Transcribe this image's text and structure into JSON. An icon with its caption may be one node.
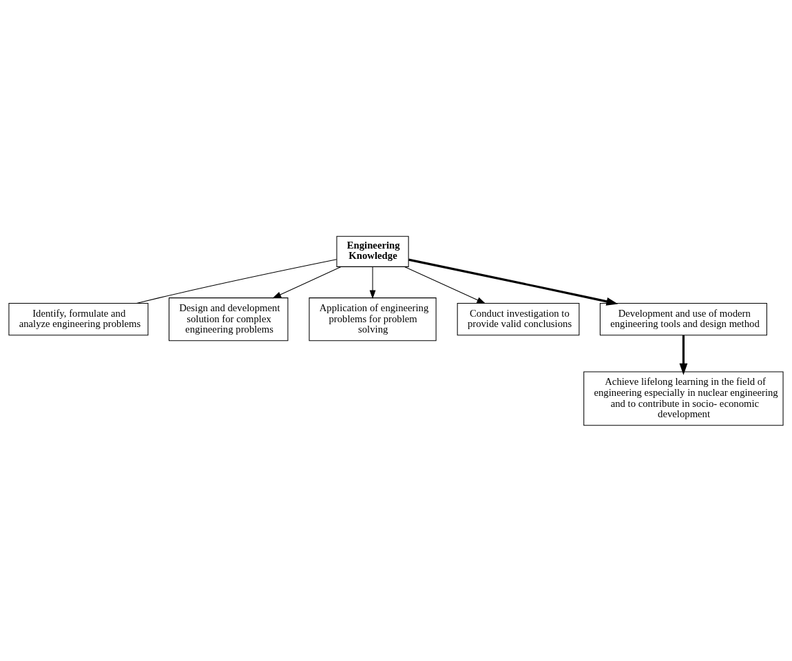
{
  "diagram": {
    "nodes": [
      {
        "text": [
          "Engineering Knowledge"
        ]
      },
      {
        "text": [
          "Identify, formulate and analyze engineering problems"
        ]
      },
      {
        "text": [
          "Design and development solution for complex engineering problems"
        ]
      },
      {
        "text": [
          "Application of engineering problems for problem solving"
        ]
      },
      {
        "text": [
          "Conduct investigation to provide valid conclusions"
        ]
      },
      {
        "text": [
          "Development and use of modern engineering tools and design method"
        ]
      },
      {
        "text": [
          "Achieve lifelong learning in the field of engineering especially in nuclear engineering and to contribute in socio- economic development"
        ]
      }
    ],
    "edges": [
      {
        "from": 0,
        "to": 1,
        "arrow": "none"
      },
      {
        "from": 0,
        "to": 2,
        "arrow": "to"
      },
      {
        "from": 0,
        "to": 3,
        "arrow": "to"
      },
      {
        "from": 0,
        "to": 4,
        "arrow": "to"
      },
      {
        "from": 0,
        "to": 5,
        "arrow": "to",
        "style": "thick"
      },
      {
        "from": 5,
        "to": 6,
        "arrow": "to",
        "style": "thick"
      }
    ]
  }
}
